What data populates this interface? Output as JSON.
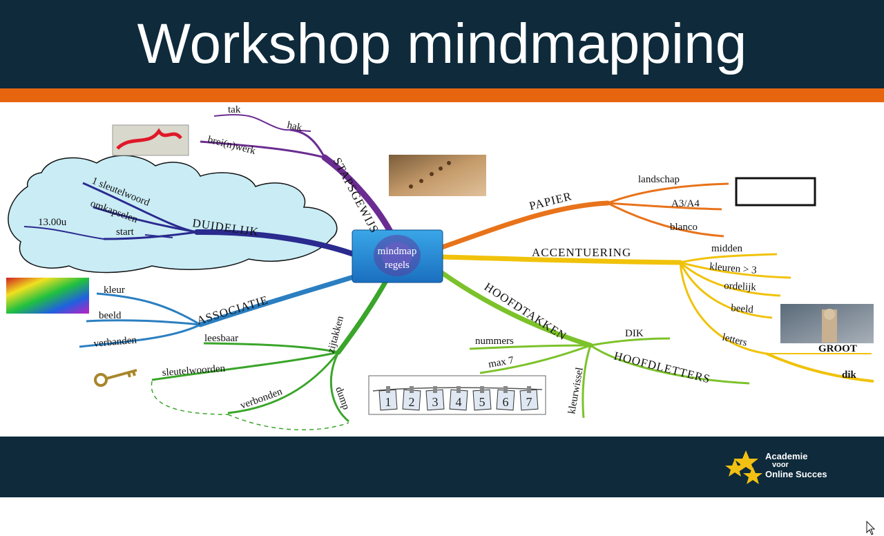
{
  "header": {
    "title": "Workshop mindmapping"
  },
  "center": {
    "line1": "mindmap",
    "line2": "regels"
  },
  "branches": {
    "stapsgewijs": {
      "label": "STAPSGEWIJS",
      "subs": [
        "tak",
        "hak",
        "brei(n)werk"
      ]
    },
    "duidelijk": {
      "label": "DUIDELIJK",
      "subs": [
        "1 sleutelwoord",
        "omkapselen",
        "start",
        "13.00u"
      ]
    },
    "associatie": {
      "label": "ASSOCIATIE",
      "subs": [
        "kleur",
        "beeld",
        "verbanden"
      ]
    },
    "zijtakken": {
      "label": "zijtakken",
      "subs": [
        "leesbaar",
        "sleutelwoorden",
        "verbonden",
        "dump"
      ]
    },
    "papier": {
      "label": "PAPIER",
      "subs": [
        "landschap",
        "A3/A4",
        "blanco"
      ]
    },
    "accentuering": {
      "label": "ACCENTUERING",
      "subs": [
        "midden",
        "kleuren > 3",
        "ordelijk",
        "beeld",
        "letters",
        "GROOT",
        "dik"
      ]
    },
    "hoofdtakken": {
      "label": "HOOFDTAKKEN",
      "subs": [
        "nummers",
        "max 7",
        "DIK",
        "HOOFDLETTERS",
        "kleurwissel"
      ]
    }
  },
  "numbers_card": [
    "1",
    "2",
    "3",
    "4",
    "5",
    "6",
    "7"
  ],
  "footer": {
    "logo_line1": "Academie",
    "logo_line2": "voor",
    "logo_line3": "Online Succes"
  },
  "colors": {
    "header_bg": "#0e2a3b",
    "accent": "#e8650f",
    "stapsgewijs": "#6a2c91",
    "duidelijk": "#2a2a8f",
    "associatie": "#2b7fc1",
    "zijtakken": "#3aa52a",
    "hoofdtakken": "#7cc22a",
    "accentuering": "#f0c20a",
    "papier": "#e8731a",
    "cloud": "#c9ecf5"
  }
}
